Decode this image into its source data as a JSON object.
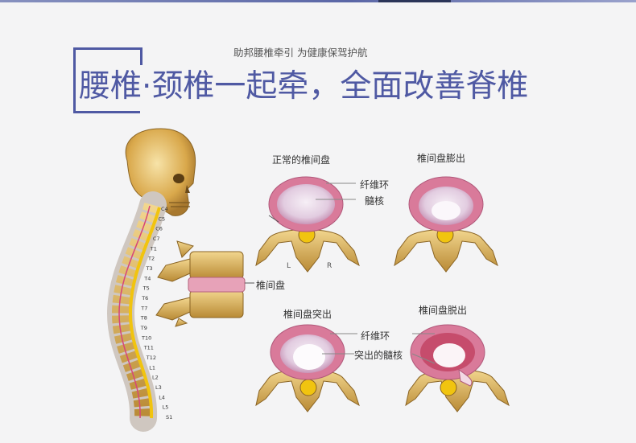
{
  "header": {
    "subtitle": "助邦腰椎牵引 为健康保驾护航",
    "title": "腰椎·颈椎一起牵，全面改善脊椎"
  },
  "spine": {
    "vertebra_labels": [
      "C4",
      "C5",
      "C6",
      "C7",
      "T1",
      "T2",
      "T3",
      "T4",
      "T5",
      "T6",
      "T7",
      "T8",
      "T9",
      "T10",
      "T11",
      "T12",
      "L1",
      "L2",
      "L3",
      "L4",
      "L5",
      "S1"
    ],
    "disc_label": "椎间盘"
  },
  "panels": {
    "normal": {
      "title": "正常的椎间盘",
      "label_ring": "纤维环",
      "label_core": "髓核",
      "left_mark": "L",
      "right_mark": "R"
    },
    "bulge": {
      "title": "椎间盘膨出"
    },
    "protrusion": {
      "title": "椎间盘突出",
      "label_ring": "纤维环",
      "label_core": "突出的髓核"
    },
    "extrusion": {
      "title": "椎间盘脱出"
    }
  },
  "colors": {
    "accent": "#4f59a3",
    "bone": "#d9b25a",
    "bone_dark": "#a9782a",
    "disc_ring": "#d97a9a",
    "disc_core": "#f3e9f2"
  }
}
